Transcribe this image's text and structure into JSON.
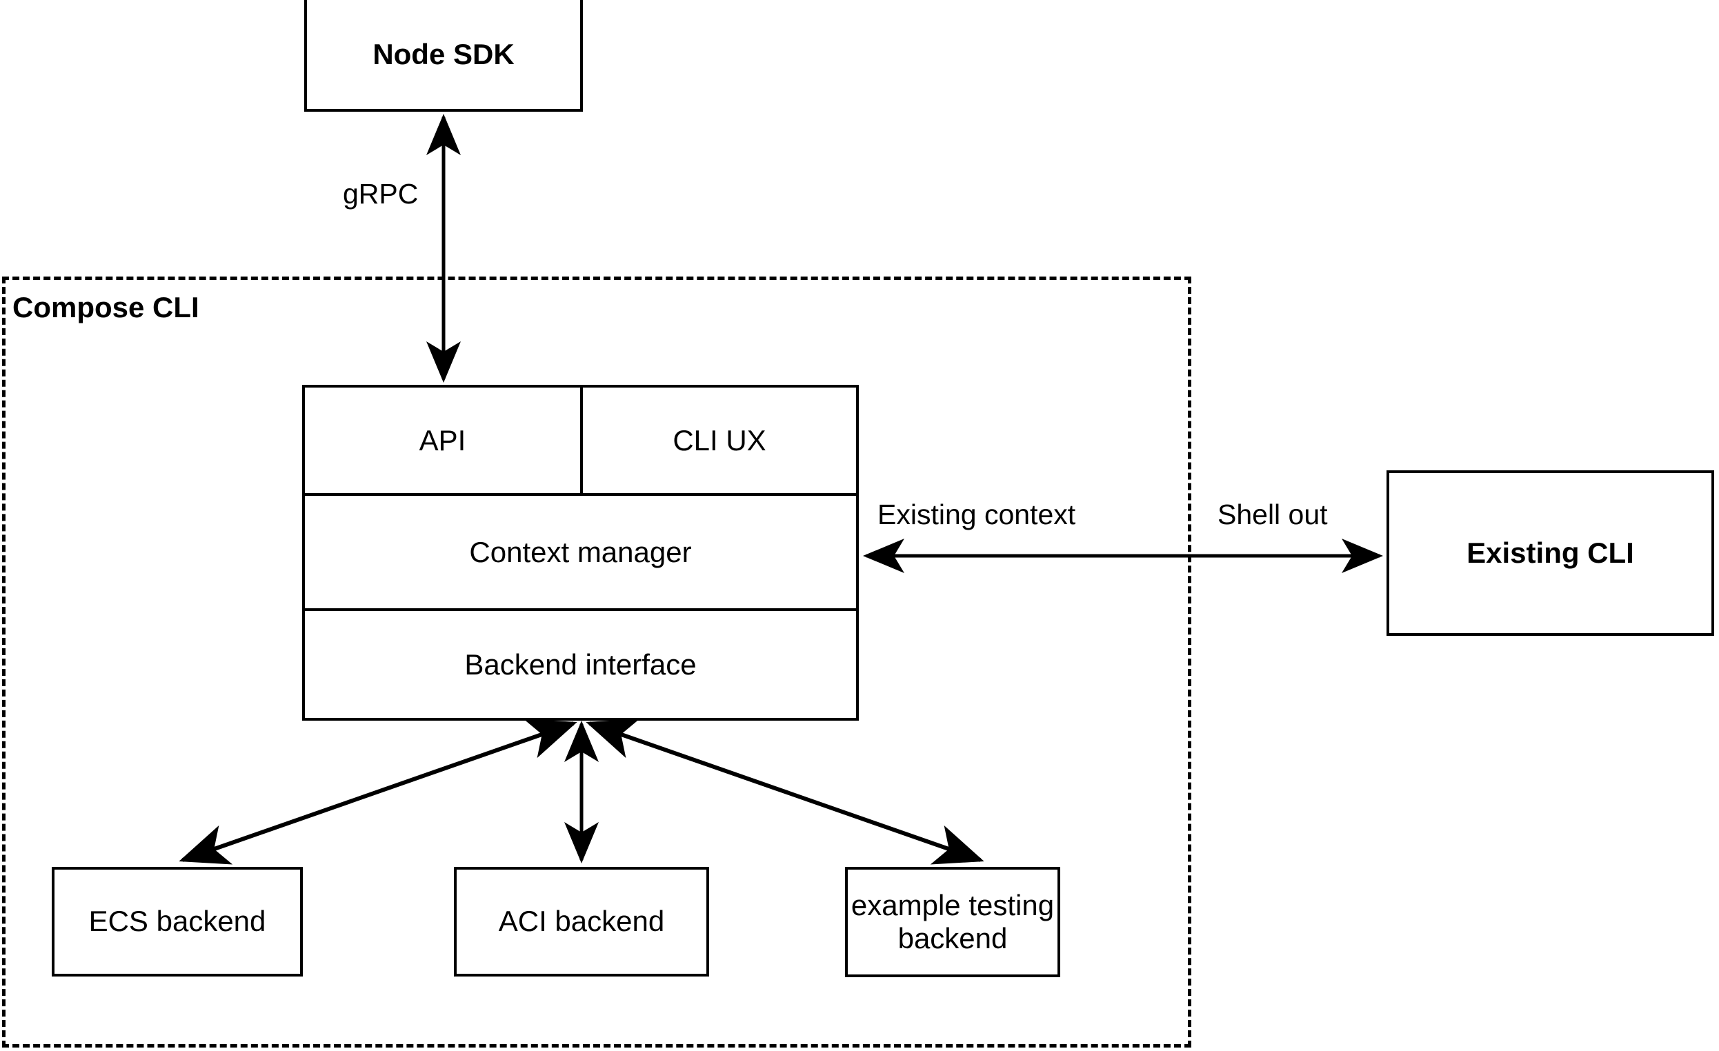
{
  "diagram": {
    "title_node": "Node SDK",
    "group": {
      "label": "Compose CLI"
    },
    "stack": {
      "api_label": "API",
      "cli_ux_label": "CLI UX",
      "context_manager_label": "Context manager",
      "backend_interface_label": "Backend interface"
    },
    "external": {
      "existing_cli_label": "Existing CLI"
    },
    "backends": [
      {
        "label": "ECS backend"
      },
      {
        "label": "ACI backend"
      },
      {
        "label": "example testing\nbackend"
      }
    ],
    "edges": {
      "grpc_label": "gRPC",
      "existing_context_label": "Existing context",
      "shell_out_label": "Shell out"
    },
    "colors": {
      "stroke": "#000000",
      "fill": "#ffffff"
    }
  }
}
